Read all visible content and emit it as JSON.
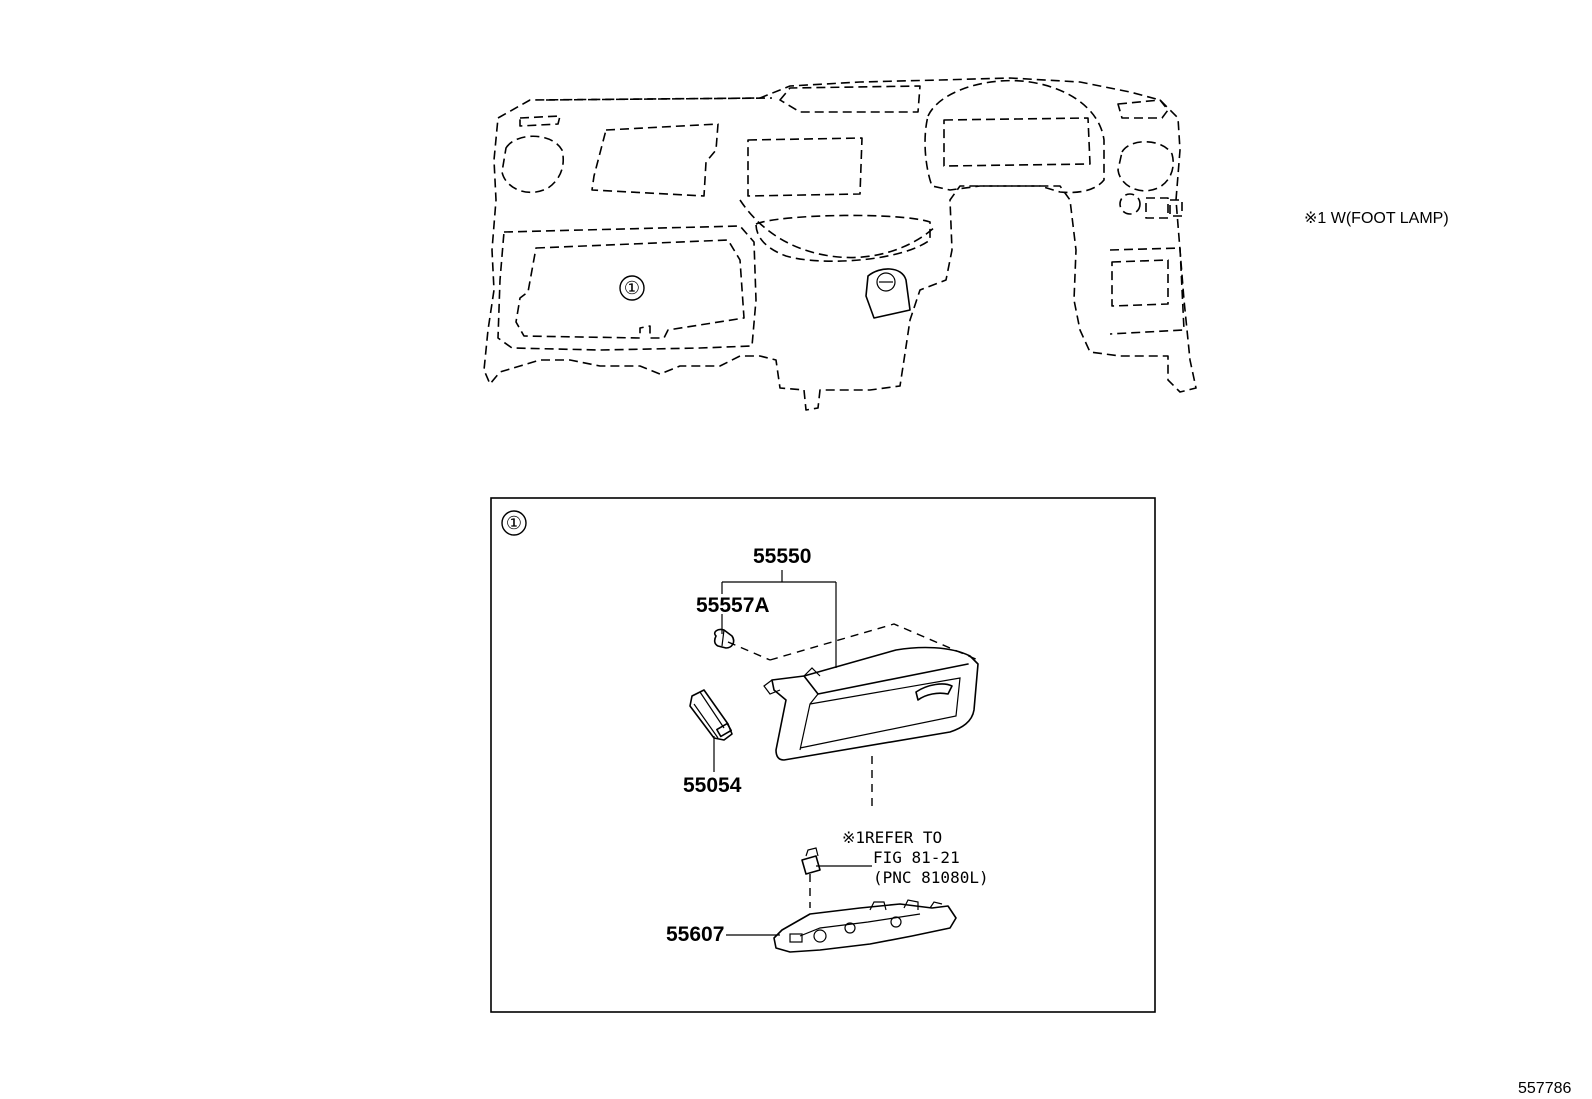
{
  "note_top": "※1 W(FOOT LAMP)",
  "callout_marker": "①",
  "detail_marker": "①",
  "parts": {
    "p55550": "55550",
    "p55557A": "55557A",
    "p55054": "55054",
    "p55607": "55607"
  },
  "refer": {
    "line1": "※1REFER TO",
    "line2": "FIG 81-21",
    "line3": "(PNC 81080L)"
  },
  "figure_id": "557786"
}
